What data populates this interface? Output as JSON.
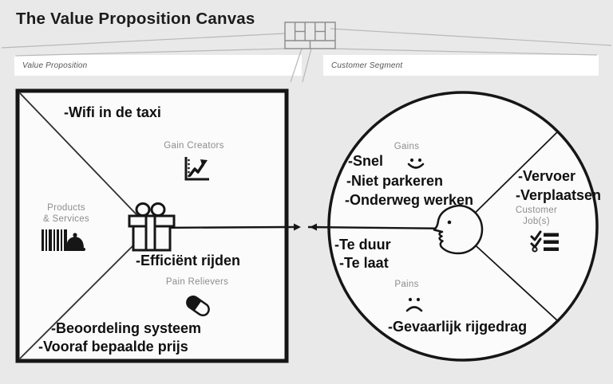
{
  "title": "The Value Proposition Canvas",
  "headers": {
    "value_proposition": "Value Proposition",
    "customer_segment": "Customer Segment"
  },
  "value_map": {
    "gain_creators_label": "Gain Creators",
    "products_services_label": "Products\n& Services",
    "pain_relievers_label": "Pain Relievers",
    "notes": {
      "wifi": "-Wifi in de taxi",
      "efficient_rijden": "-Efficiënt rijden",
      "beoordeling_systeem": "-Beoordeling systeem",
      "vooraf_bepaalde_prijs": "-Vooraf bepaalde prijs"
    }
  },
  "customer_profile": {
    "gains_label": "Gains",
    "customer_jobs_label": "Customer\nJob(s)",
    "pains_label": "Pains",
    "notes": {
      "snel": "-Snel",
      "niet_parkeren": "-Niet parkeren",
      "onderweg_werken": "-Onderweg werken",
      "vervoer": "-Vervoer",
      "verplaatsen": "-Verplaatsen",
      "te_duur": "-Te duur",
      "te_laat": "-Te laat",
      "gevaarlijk_rijgedrag": "-Gevaarlijk rijgedrag"
    }
  },
  "icons": {
    "canvas_thumbnail": "bmc-grid-icon",
    "gain_creators": "growth-chart-icon",
    "products_services": "barcode-icon, cloche-icon",
    "pain_relievers": "pill-icon",
    "value_map_center": "gift-box-icon",
    "gains": "smiley-face-icon",
    "pains": "sad-face-icon",
    "customer_jobs": "checklist-icon",
    "profile_center": "head-profile-icon",
    "fit_connector": "double-arrow-icon"
  },
  "colors": {
    "background": "#e9e9e9",
    "panel_fill": "#fbfbfb",
    "bar_fill": "#ffffff",
    "ink": "#161616",
    "muted_label": "#8d8d8d",
    "faint_line": "#b8b8b8"
  }
}
